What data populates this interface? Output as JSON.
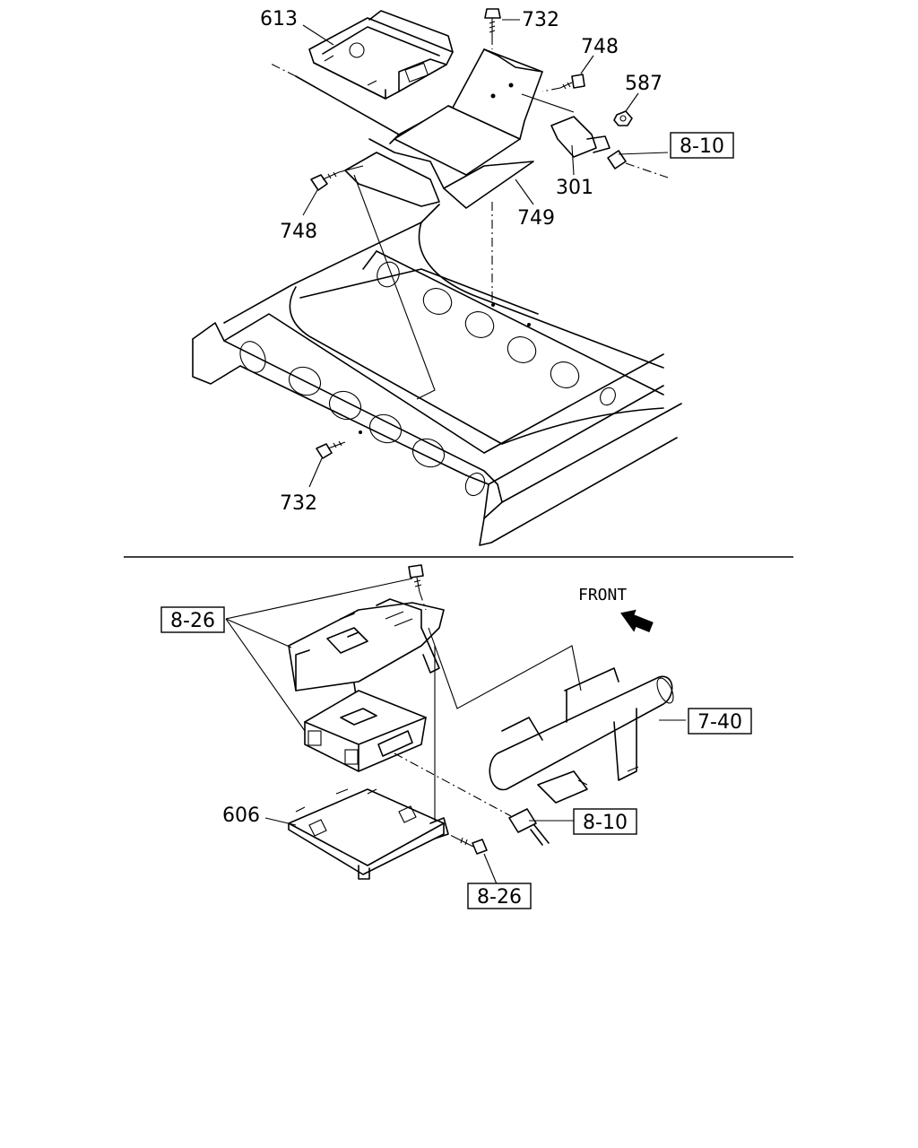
{
  "upper_view": {
    "callouts": {
      "ecu": "613",
      "bolt_top": "732",
      "bolt_bottom": "732",
      "bolt_right": "748",
      "bolt_left": "748",
      "nut": "587",
      "sensor": "301",
      "shim": "749"
    },
    "refs": {
      "sensor_ref": "8-10"
    }
  },
  "lower_view": {
    "direction_label": "FRONT",
    "callouts": {
      "bracket_tray": "606"
    },
    "refs": {
      "bracket_ref_top": "8-26",
      "bracket_ref_bottom": "8-26",
      "frame_ref": "7-40",
      "connector_ref": "8-10"
    }
  }
}
